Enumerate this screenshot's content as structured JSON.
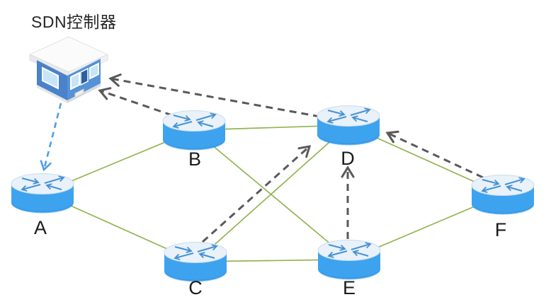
{
  "title": "SDN控制器",
  "controller": {
    "label": "SDN控制器"
  },
  "nodes": [
    {
      "id": "A",
      "label": "A"
    },
    {
      "id": "B",
      "label": "B"
    },
    {
      "id": "C",
      "label": "C"
    },
    {
      "id": "D",
      "label": "D"
    },
    {
      "id": "E",
      "label": "E"
    },
    {
      "id": "F",
      "label": "F"
    }
  ],
  "links": [
    [
      "A",
      "B"
    ],
    [
      "A",
      "C"
    ],
    [
      "B",
      "D"
    ],
    [
      "B",
      "E"
    ],
    [
      "C",
      "D"
    ],
    [
      "C",
      "E"
    ],
    [
      "D",
      "F"
    ],
    [
      "E",
      "F"
    ]
  ],
  "control_paths": [
    {
      "from": "B",
      "to": "controller",
      "style": "gray-dashed-arrow"
    },
    {
      "from": "D",
      "to": "controller",
      "style": "gray-dashed-arrow"
    },
    {
      "from": "C",
      "to": "D",
      "style": "gray-dashed-arrow"
    },
    {
      "from": "E",
      "to": "D",
      "style": "gray-dashed-arrow"
    },
    {
      "from": "F",
      "to": "D",
      "style": "gray-dashed-arrow"
    },
    {
      "from": "controller",
      "to": "A",
      "style": "blue-dashed-arrow"
    }
  ],
  "colors": {
    "router_side": "#3EA3EF",
    "router_top": "#E9F1FA",
    "router_arrows": "#4692D3",
    "link_green": "#92B553",
    "control_gray": "#595959",
    "controller_blue": "#4D9EE8",
    "label": "#1c1c1c",
    "background": "#ffffff"
  }
}
